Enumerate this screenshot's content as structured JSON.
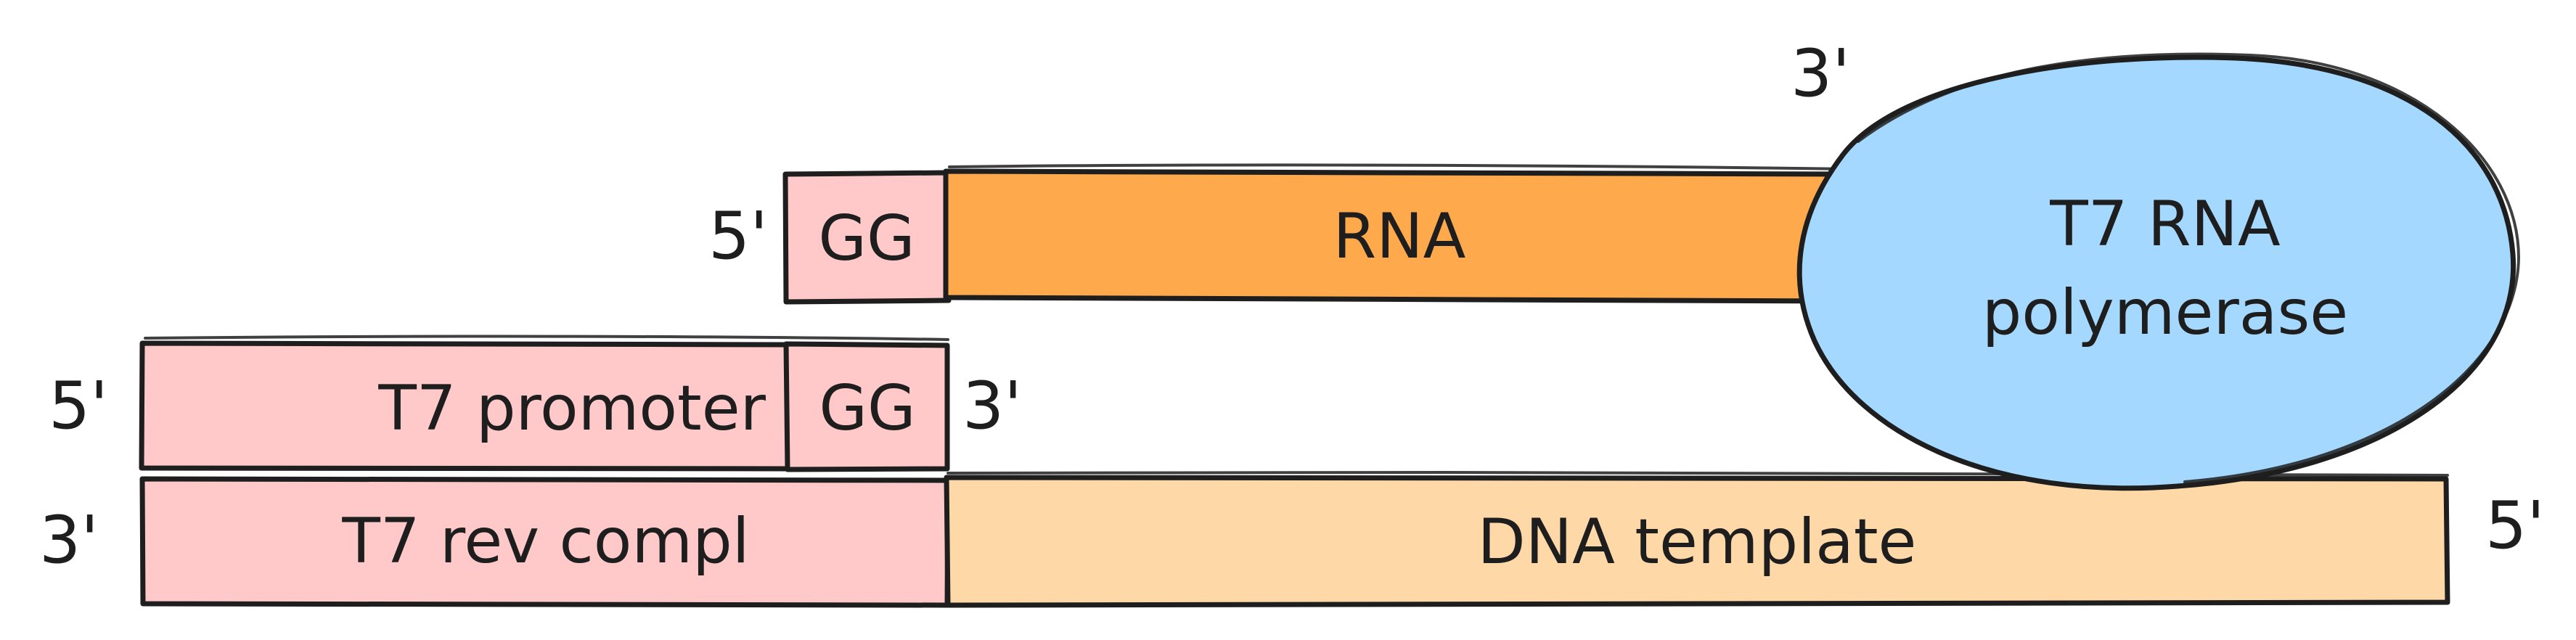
{
  "colors": {
    "promoter_fill": "#ffc9c9",
    "rna_fill": "#ffa94d",
    "template_fill": "#ffd8a8",
    "polymerase_fill": "#a5d8ff",
    "stroke": "#1e1e1e"
  },
  "rna_strand": {
    "end_5": "5'",
    "gg_label": "GG",
    "label": "RNA",
    "end_3": "3'"
  },
  "promoter_strand": {
    "end_5": "5'",
    "label": "T7 promoter",
    "gg_label": "GG",
    "end_3": "3'"
  },
  "template_strand": {
    "end_3": "3'",
    "rev_compl_label": "T7 rev compl",
    "template_label": "DNA template",
    "end_5": "5'"
  },
  "polymerase": {
    "line1": "T7 RNA",
    "line2": "polymerase"
  }
}
